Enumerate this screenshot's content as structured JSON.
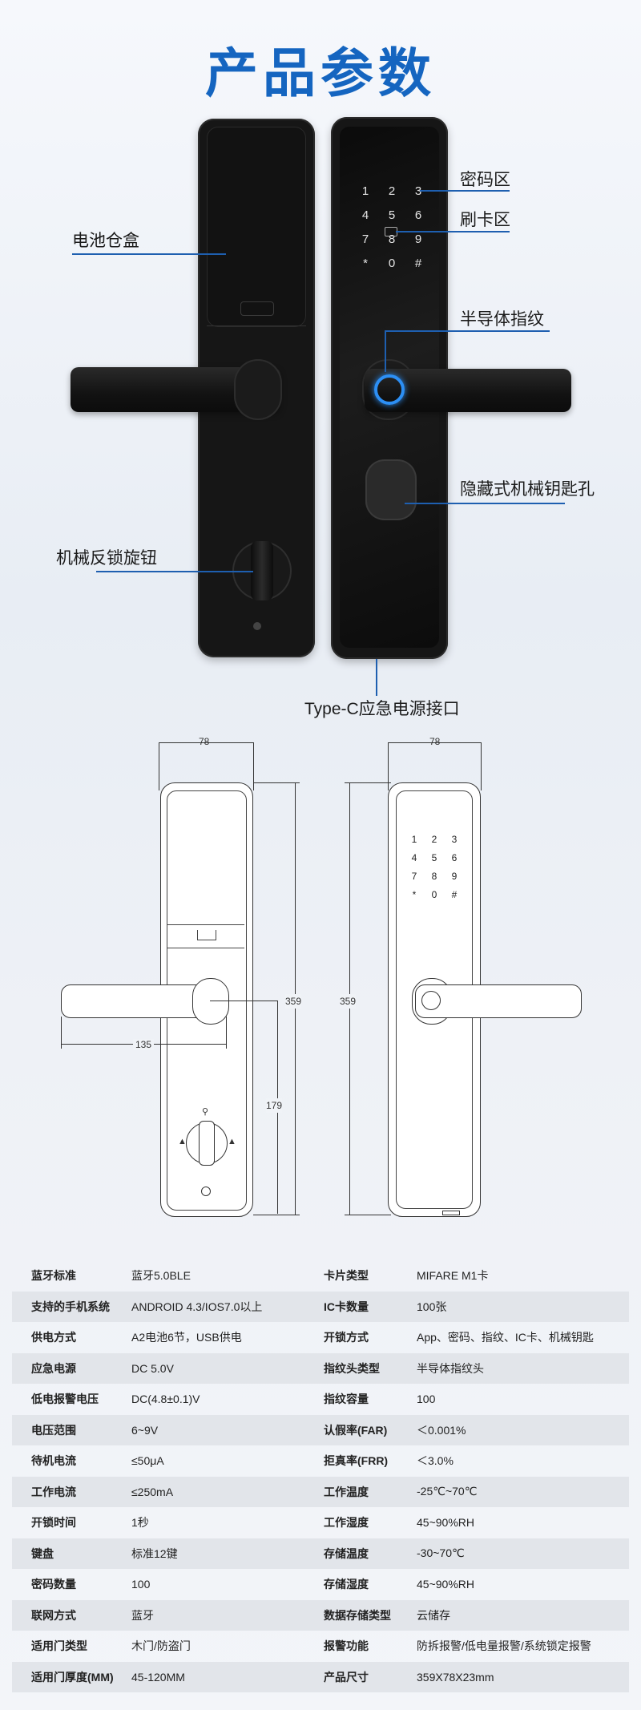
{
  "title": "产品参数",
  "callouts": {
    "password_area": "密码区",
    "card_area": "刷卡区",
    "battery_box": "电池仓盒",
    "fingerprint": "半导体指纹",
    "keyhole": "隐藏式机械钥匙孔",
    "knob": "机械反锁旋钮",
    "typec": "Type-C应急电源接口"
  },
  "keypad": [
    "1",
    "2",
    "3",
    "4",
    "5",
    "6",
    "7",
    "8",
    "9",
    "*",
    "0",
    "#"
  ],
  "dimensions": {
    "width_front": "78",
    "width_back": "78",
    "height_front": "359",
    "height_back": "359",
    "handle_length": "135",
    "handle_to_bottom": "179"
  },
  "specs": [
    {
      "k1": "蓝牙标准",
      "v1": "蓝牙5.0BLE",
      "k2": "卡片类型",
      "v2": "MIFARE M1卡"
    },
    {
      "k1": "支持的手机系统",
      "v1": "ANDROID 4.3/IOS7.0以上",
      "k2": "IC卡数量",
      "v2": "100张"
    },
    {
      "k1": "供电方式",
      "v1": "A2电池6节，USB供电",
      "k2": "开锁方式",
      "v2": "App、密码、指纹、IC卡、机械钥匙"
    },
    {
      "k1": "应急电源",
      "v1": "DC 5.0V",
      "k2": "指纹头类型",
      "v2": "半导体指纹头"
    },
    {
      "k1": "低电报警电压",
      "v1": "DC(4.8±0.1)V",
      "k2": "指纹容量",
      "v2": "100"
    },
    {
      "k1": "电压范围",
      "v1": "6~9V",
      "k2": "认假率(FAR)",
      "v2": "＜0.001%"
    },
    {
      "k1": "待机电流",
      "v1": "≤50μA",
      "k2": "拒真率(FRR)",
      "v2": "＜3.0%"
    },
    {
      "k1": "工作电流",
      "v1": "≤250mA",
      "k2": "工作温度",
      "v2": "-25℃~70℃"
    },
    {
      "k1": "开锁时间",
      "v1": "1秒",
      "k2": "工作湿度",
      "v2": "45~90%RH"
    },
    {
      "k1": "键盘",
      "v1": "标准12键",
      "k2": "存储温度",
      "v2": "-30~70℃"
    },
    {
      "k1": "密码数量",
      "v1": "100",
      "k2": "存储湿度",
      "v2": "45~90%RH"
    },
    {
      "k1": "联网方式",
      "v1": "蓝牙",
      "k2": "数据存储类型",
      "v2": "云储存"
    },
    {
      "k1": "适用门类型",
      "v1": "木门/防盗门",
      "k2": "报警功能",
      "v2": "防拆报警/低电量报警/系统锁定报警"
    },
    {
      "k1": "适用门厚度(MM)",
      "v1": "45-120MM",
      "k2": "产品尺寸",
      "v2": "359X78X23mm"
    }
  ]
}
